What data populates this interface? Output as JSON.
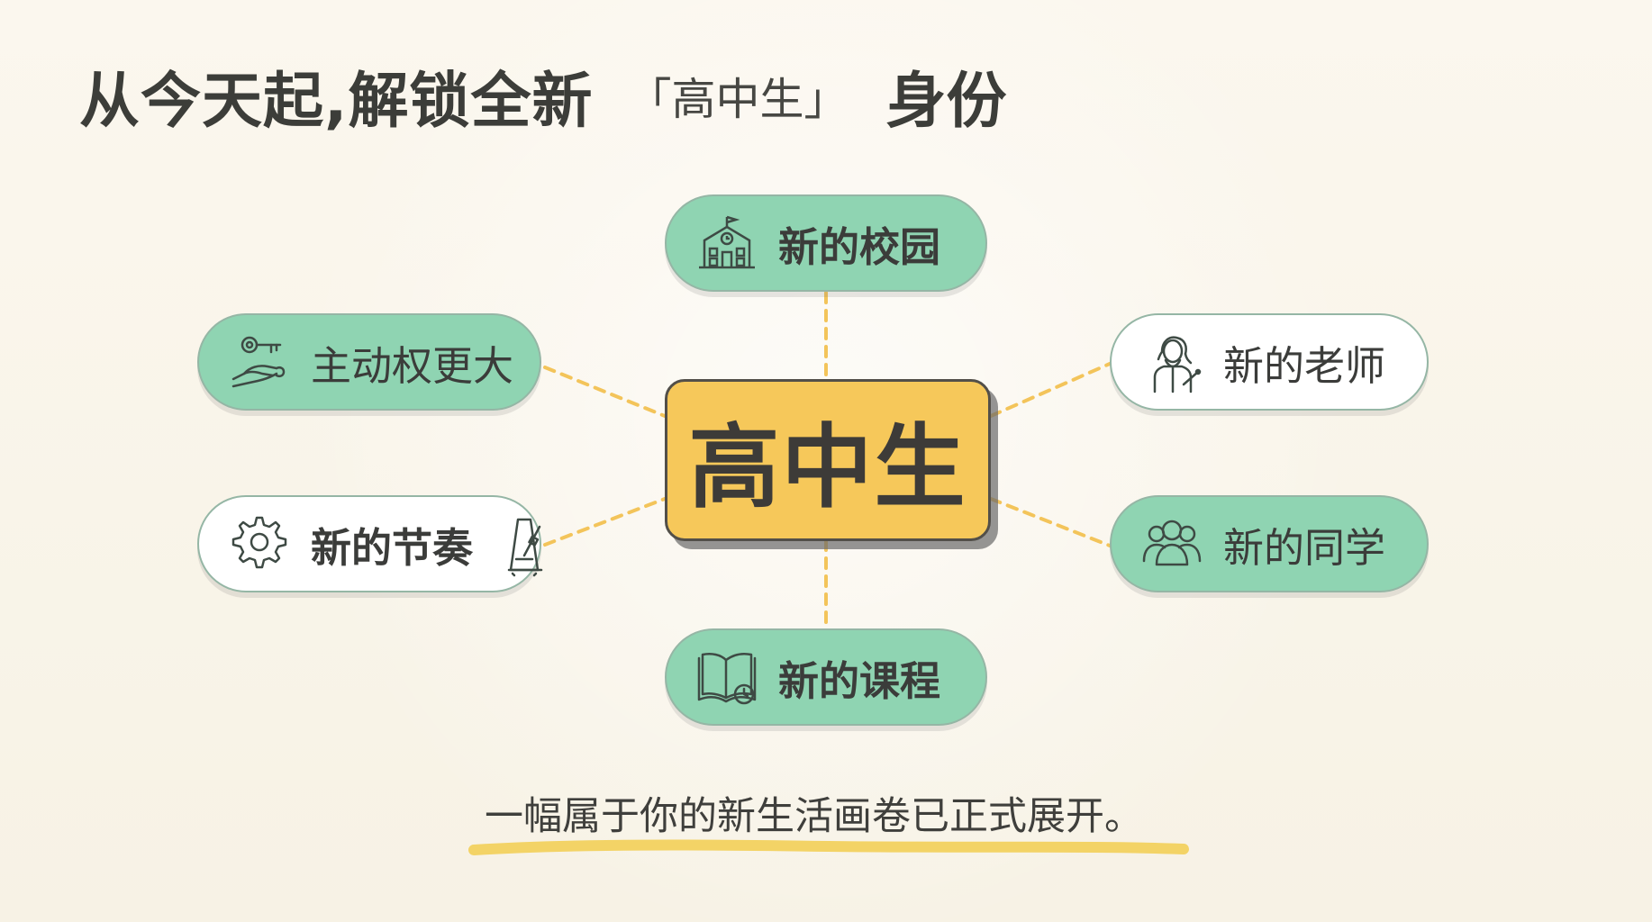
{
  "heading": {
    "main": "从今天起,解锁全新",
    "bracket": "「高中生」",
    "suffix": "身份"
  },
  "center": {
    "label": "高中生"
  },
  "nodes": {
    "campus": {
      "label": "新的校园",
      "icon": "school-building-icon"
    },
    "autonomy": {
      "label": "主动权更大",
      "icon": "key-hand-icon"
    },
    "teacher": {
      "label": "新的老师",
      "icon": "teacher-icon"
    },
    "rhythm": {
      "label": "新的节奏",
      "icon": "gear-icon",
      "icon2": "metronome-icon"
    },
    "classmates": {
      "label": "新的同学",
      "icon": "group-icon"
    },
    "courses": {
      "label": "新的课程",
      "icon": "book-clock-icon"
    }
  },
  "footer": {
    "caption": "一幅属于你的新生活画卷已正式展开。"
  },
  "colors": {
    "background": "#f8f4e8",
    "pill_green": "#8fd4b2",
    "center_yellow": "#f6c85a",
    "connector": "#f3c45a",
    "text": "#3b3c3a"
  }
}
